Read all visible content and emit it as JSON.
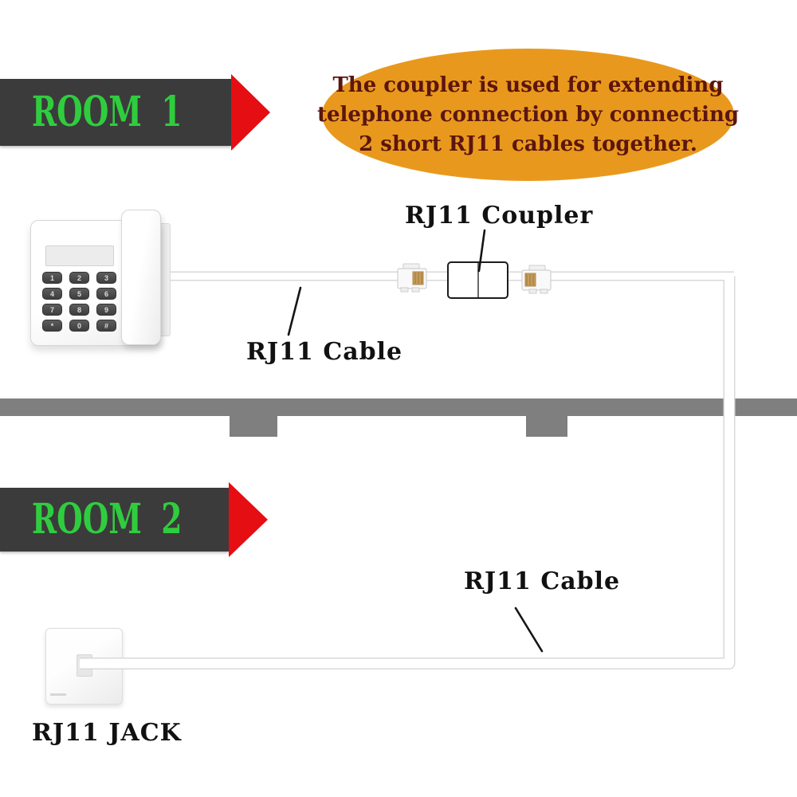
{
  "diagram": {
    "room1_label": "ROOM 1",
    "room2_label": "ROOM 2",
    "callout_lines": [
      "The coupler is used for extending",
      "telephone connection by connecting",
      "2 short RJ11 cables together."
    ],
    "coupler_label": "RJ11 Coupler",
    "cable_label_room1": "RJ11 Cable",
    "cable_label_room2": "RJ11 Cable",
    "jack_label": "RJ11 JACK"
  },
  "phone": {
    "keypad_keys": [
      "1",
      "2",
      "3",
      "4",
      "5",
      "6",
      "7",
      "8",
      "9",
      "*",
      "0",
      "#"
    ]
  },
  "colors": {
    "banner_bg": "#3b3b3b",
    "arrow_red": "#e50e13",
    "room_text_green": "#2fcd3e",
    "callout_bg_orange": "#e8991d",
    "callout_text_maroon": "#5c150e",
    "wall_gray": "#7f7f7f",
    "label_text": "#111111",
    "cable_fill": "#ffffff",
    "cable_edge": "#d9d9d9"
  }
}
